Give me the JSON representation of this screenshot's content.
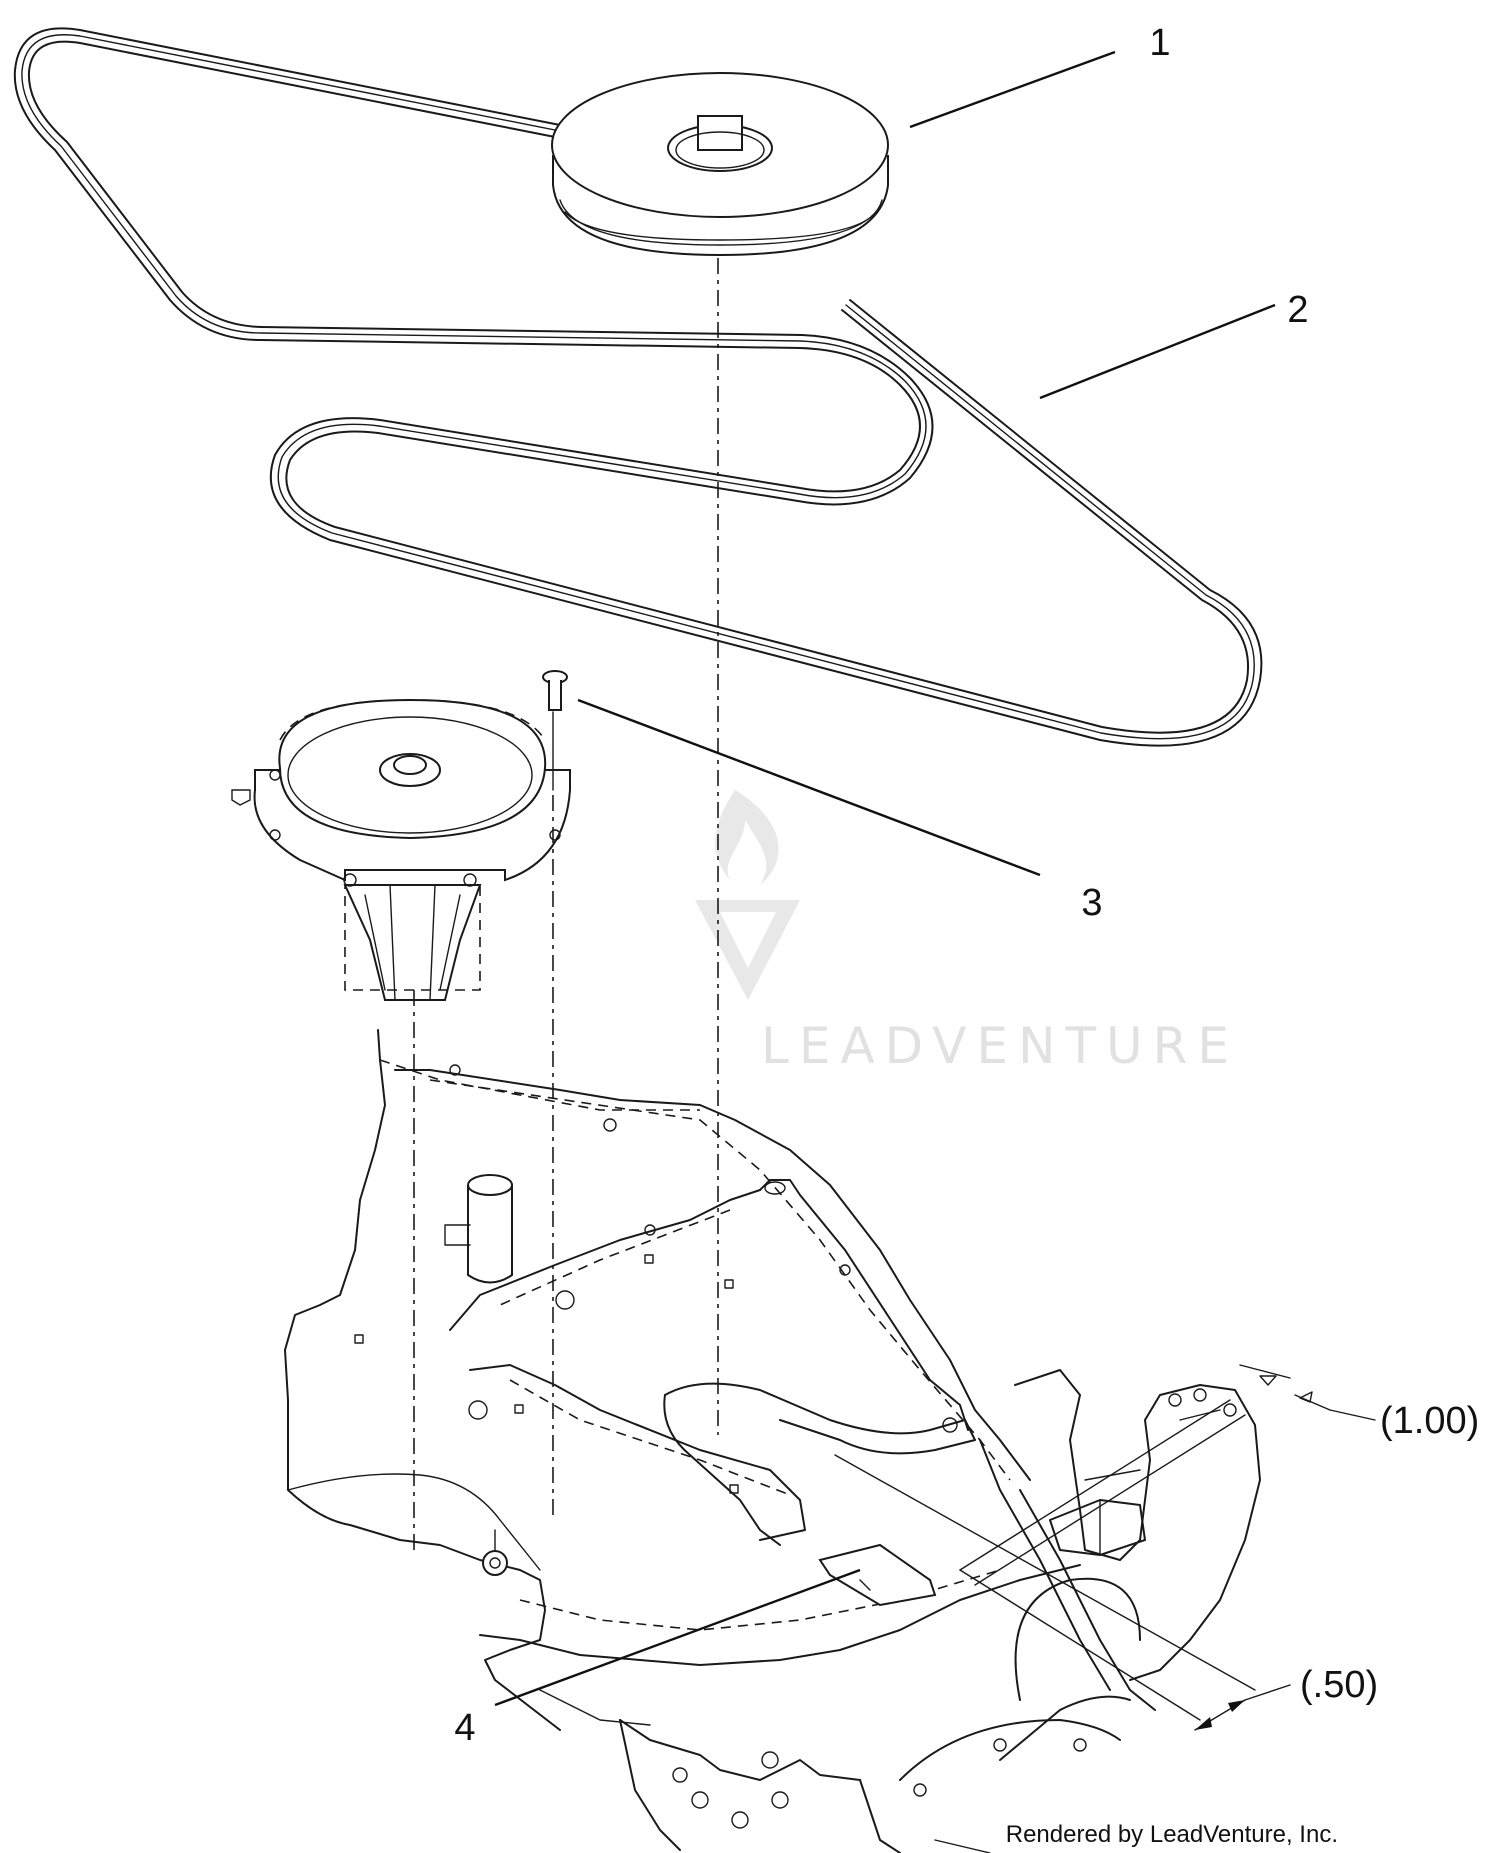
{
  "diagram": {
    "callouts": [
      {
        "id": "1",
        "label": "1",
        "part": "pulley"
      },
      {
        "id": "2",
        "label": "2",
        "part": "belt"
      },
      {
        "id": "3",
        "label": "3",
        "part": "screw"
      },
      {
        "id": "4",
        "label": "4",
        "part": "decal"
      }
    ],
    "dimensions": [
      {
        "id": "upper",
        "label": "(1.00)"
      },
      {
        "id": "lower",
        "label": "(.50)"
      }
    ],
    "watermark": "LEADVENTURE",
    "credit": "Rendered by LeadVenture, Inc."
  }
}
